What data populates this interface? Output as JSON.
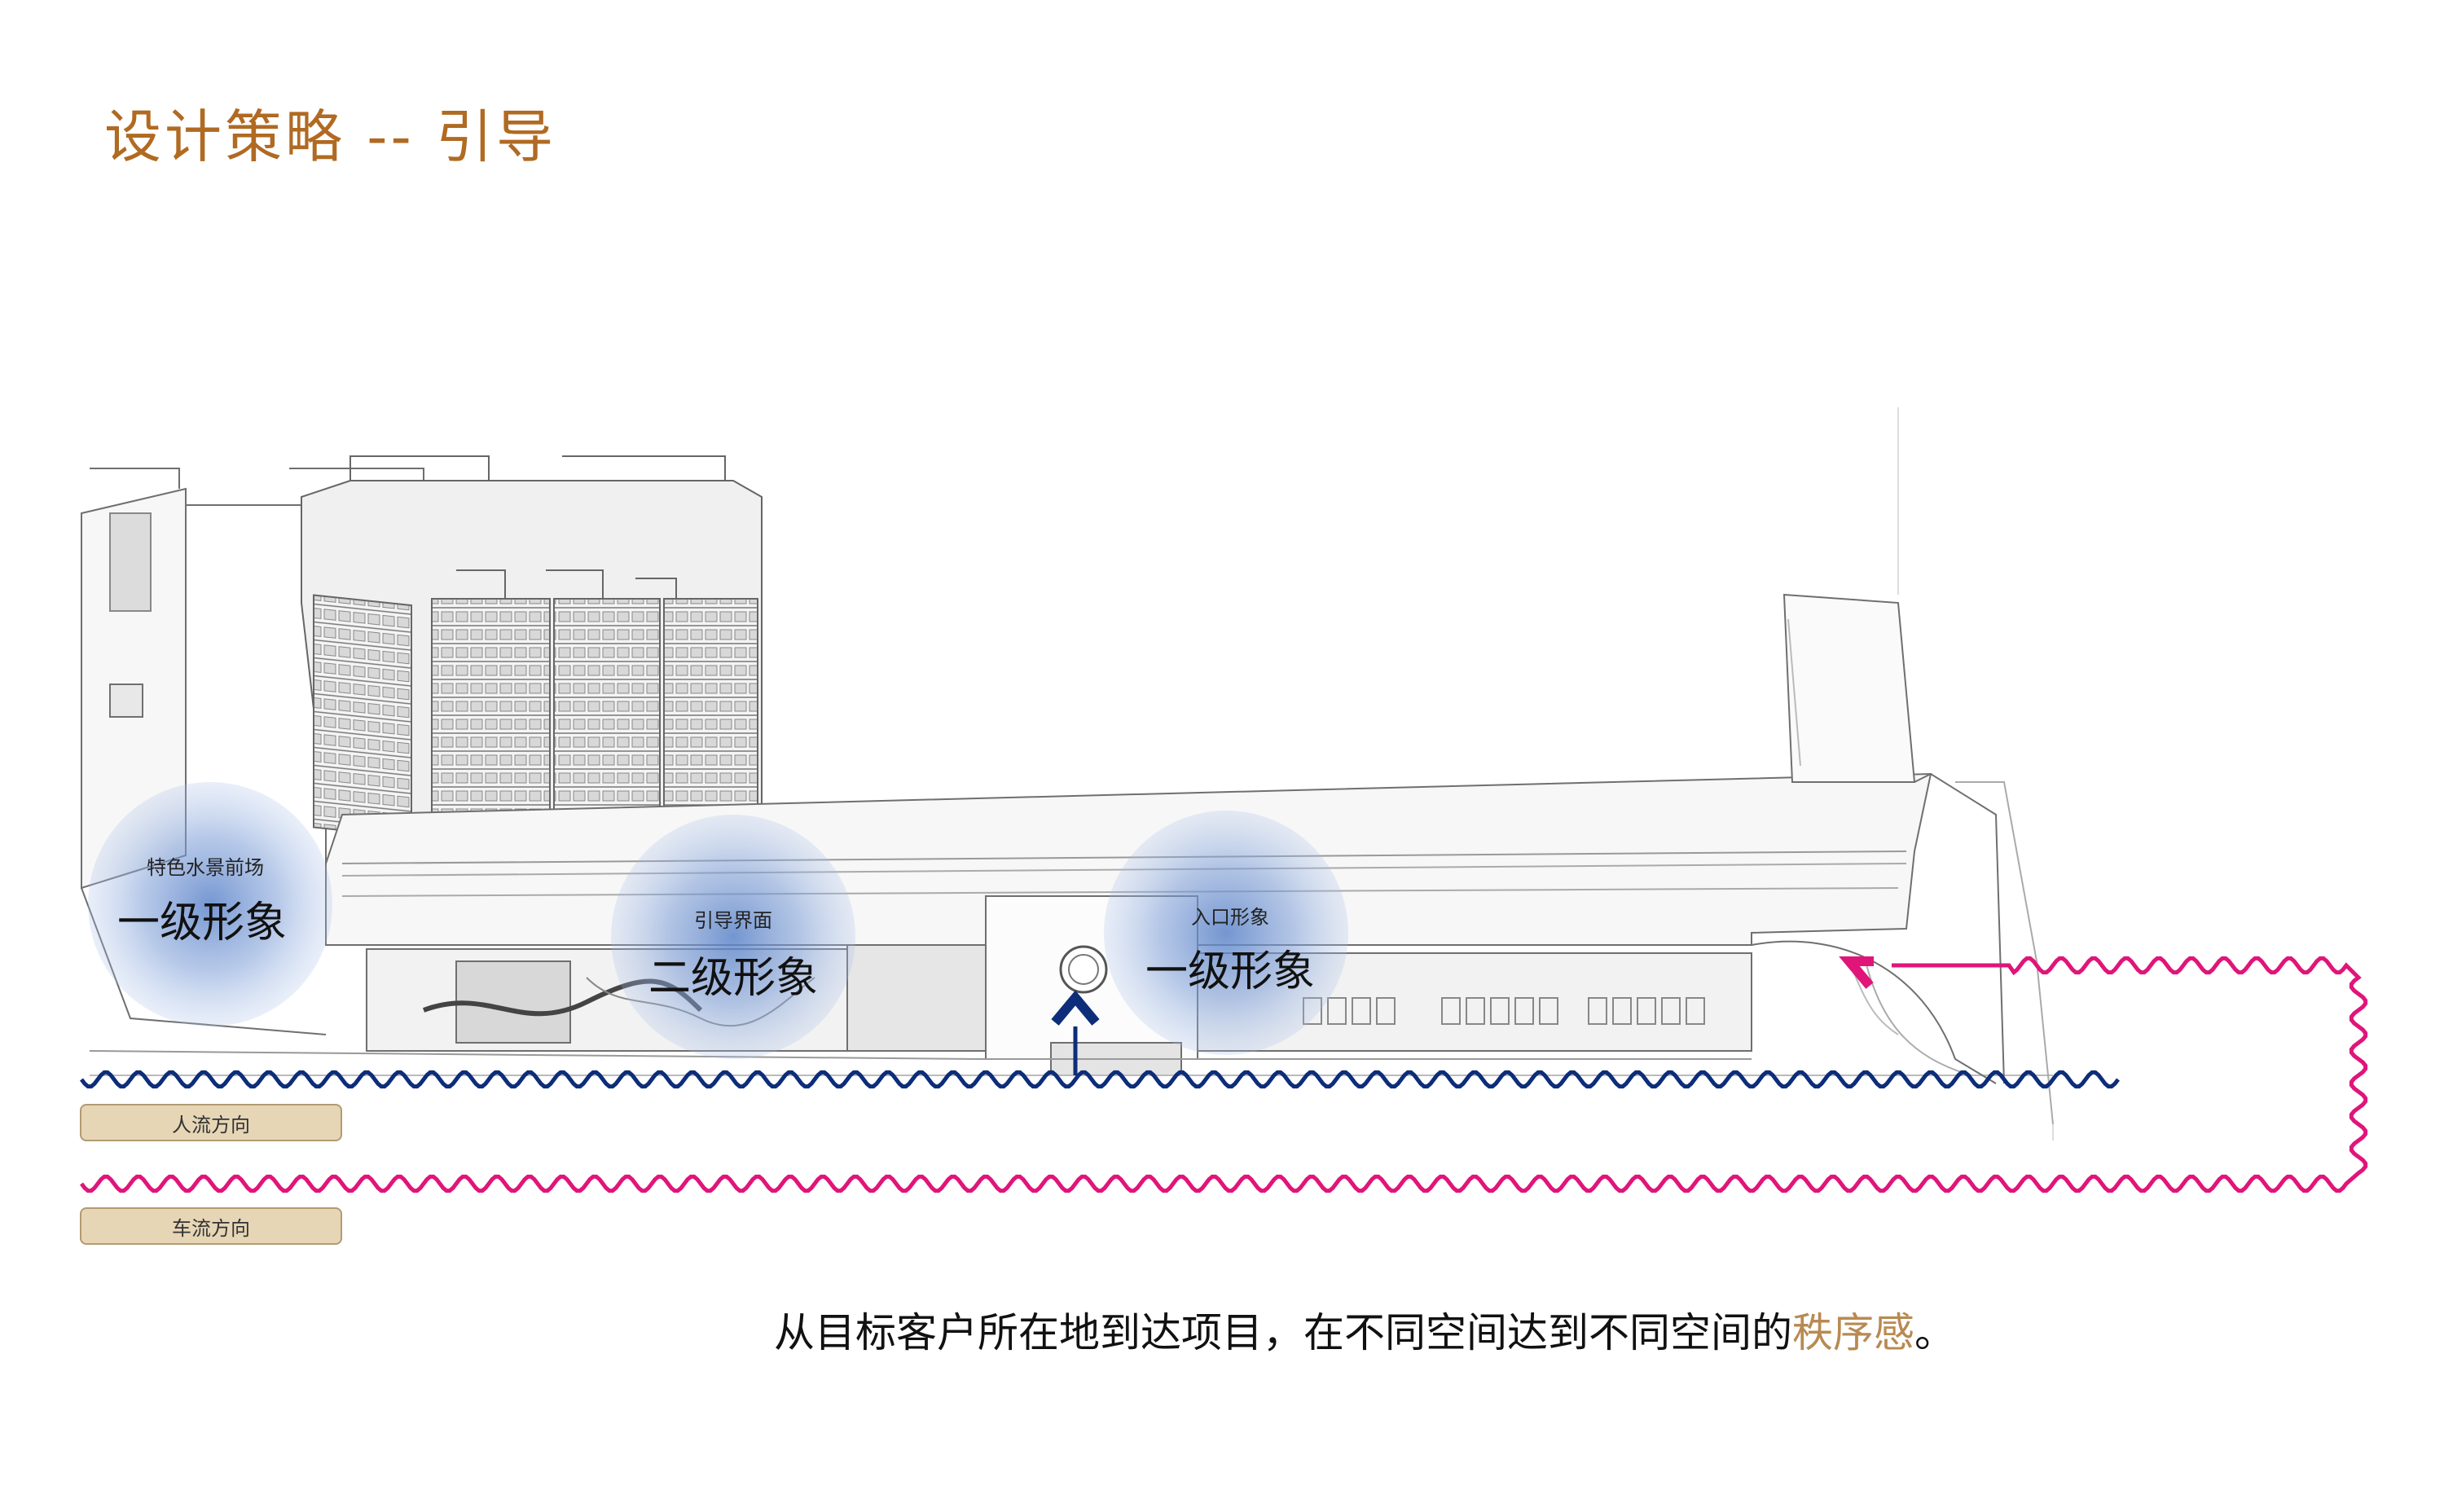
{
  "title": "设计策略 -- 引导",
  "zones": [
    {
      "small": "特色水景前场",
      "big": "一级形象"
    },
    {
      "small": "引导界面",
      "big": "二级形象"
    },
    {
      "small": "入口形象",
      "big": "一级形象"
    }
  ],
  "legend": {
    "pedestrian": "人流方向",
    "vehicle": "车流方向"
  },
  "caption": {
    "main": "从目标客户所在地到达项目，在不同空间达到不同空间的",
    "highlight": "秩序感",
    "end": "。"
  },
  "colors": {
    "title": "#b06a22",
    "pedestrian_flow": "#0d2d7a",
    "vehicle_flow": "#e0157a",
    "zone_halo": "#5c84c9",
    "caption_highlight": "#b88a52"
  }
}
